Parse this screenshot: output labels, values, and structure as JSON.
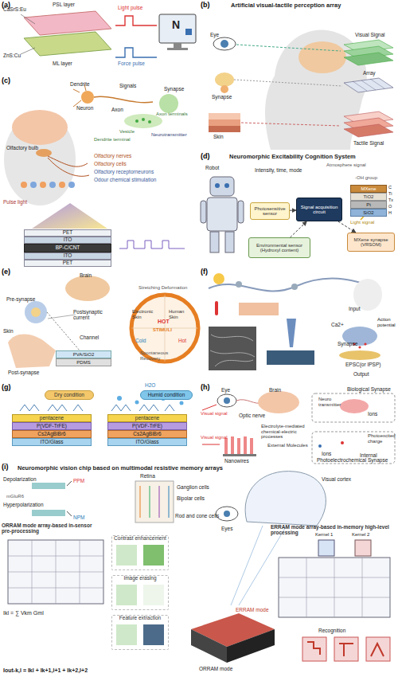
{
  "diagram": {
    "nodes": [
      {
        "text": [
          "PET"
        ]
      },
      {
        "text": [
          "ITO"
        ]
      },
      {
        "text": [
          "BP-C/CNT"
        ]
      },
      {
        "text": [
          "ITO"
        ]
      },
      {
        "text": [
          "PET"
        ]
      },
      {
        "text": [
          "Photosensitive sensor"
        ]
      },
      {
        "text": [
          "Signal acquisition circuit"
        ]
      },
      {
        "text": [
          "Environmental sensor (Hydroxyl content)"
        ]
      },
      {
        "text": [
          "MXene synapse (VRSOM)"
        ]
      },
      {
        "text": [
          "MXene"
        ]
      },
      {
        "text": [
          "TiO2"
        ]
      },
      {
        "text": [
          "Pt"
        ]
      },
      {
        "text": [
          "SiO2"
        ]
      },
      {
        "text": [
          "PVA/SiO2"
        ]
      },
      {
        "text": [
          "PDMS"
        ]
      },
      {
        "text": [
          "Dry condition"
        ]
      },
      {
        "text": [
          "pentacene"
        ]
      },
      {
        "text": [
          "P(VDF-TrFE)"
        ]
      },
      {
        "text": [
          "Cs2AgBiBr6"
        ]
      },
      {
        "text": [
          "ITO/Glass"
        ]
      },
      {
        "text": [
          "Humid condition"
        ]
      },
      {
        "text": [
          "pentacene"
        ]
      },
      {
        "text": [
          "P(VDF-TrFE)"
        ]
      },
      {
        "text": [
          "Cs2AgBiBr6"
        ]
      },
      {
        "text": [
          "ITO/Glass"
        ]
      },
      {
        "text": [
          "Contrast enhancement"
        ]
      },
      {
        "text": [
          "Image erasing"
        ]
      },
      {
        "text": [
          "Feature extraction"
        ]
      }
    ],
    "edges": [
      {
        "from": 5,
        "to": 6,
        "arrow": "to"
      },
      {
        "from": 7,
        "to": 6,
        "arrow": "to"
      },
      {
        "from": 6,
        "to": 8,
        "arrow": "to"
      }
    ],
    "labels": [
      "(a)",
      "CaSrS:Eu",
      "ZnS:Cu",
      "PSL layer",
      "Light pulse",
      "ML layer",
      "Force pulse",
      "N",
      "(b)",
      "Artificial visual-tactile perception array",
      "Eye",
      "Visual Signal",
      "Synapse",
      "Array",
      "Skin",
      "Tactile Signal",
      "(c)",
      "Dendrite",
      "Signals",
      "Neuron",
      "Axon",
      "Synapse",
      "Vesicle",
      "Dendrite terminal",
      "Axon terminals",
      "Neurotransmitter",
      "Olfactory bulb",
      "Olfactory nerves",
      "Olfactory cells",
      "Olfactory receptorneurons",
      "Odour chemical stimulation",
      "Pulse light",
      "(d)",
      "Neuromorphic Excitability Cognition System",
      "Robot",
      "Intensity, time, mode",
      "Atmosphere signal",
      "-OH group",
      "Light signal",
      "C",
      "Ti",
      "Tx",
      "O",
      "H",
      "(e)",
      "Brain",
      "Pre-synapse",
      "Postsynaptic current",
      "Channel",
      "Skin",
      "Post-synapse",
      "Stretching Deformation",
      "Electronic Skin",
      "Human Skin",
      "HOT",
      "STIMULI",
      "Cold",
      "Hot",
      "Spontaneous Recovery",
      "(f)",
      "Input",
      "Ca2+",
      "Action potential",
      "Synapse",
      "EPSC(or IPSP)",
      "Output",
      "(g)",
      "H2O",
      "(h)",
      "Eye",
      "Visual signal",
      "Brain",
      "Optic nerve",
      "Biological Synapse",
      "Neuro transmitter",
      "Ions",
      "Visual signal",
      "Electrolyte-mediated chemical-electric processes",
      "Nanowires",
      "Photoexcited charge",
      "Ions",
      "External Molecules",
      "Internal",
      "Photoelectrochemical Synapse",
      "(i)",
      "Neuromorphic vision chip based on multimodal resistive memory arrays",
      "Depolarization",
      "mGluR6",
      "PPM",
      "Hyperpolarization",
      "NPM",
      "Retina",
      "Ganglion cells",
      "Bipolar cells",
      "Rod and cone cells",
      "Eyes",
      "Visual cortex",
      "ORRAM mode array-based in-sensor pre-processing",
      "ERRAM mode array-based in-memory high-level processing",
      "Kernel 1",
      "Kernel 2",
      "Ikl = ∑ Vkm Gml",
      "ORRAM mode",
      "ERRAM mode",
      "Recognition",
      "Iout-k,l = Ikl + Ik+1,l+1 + Ik+2,l+2"
    ]
  }
}
